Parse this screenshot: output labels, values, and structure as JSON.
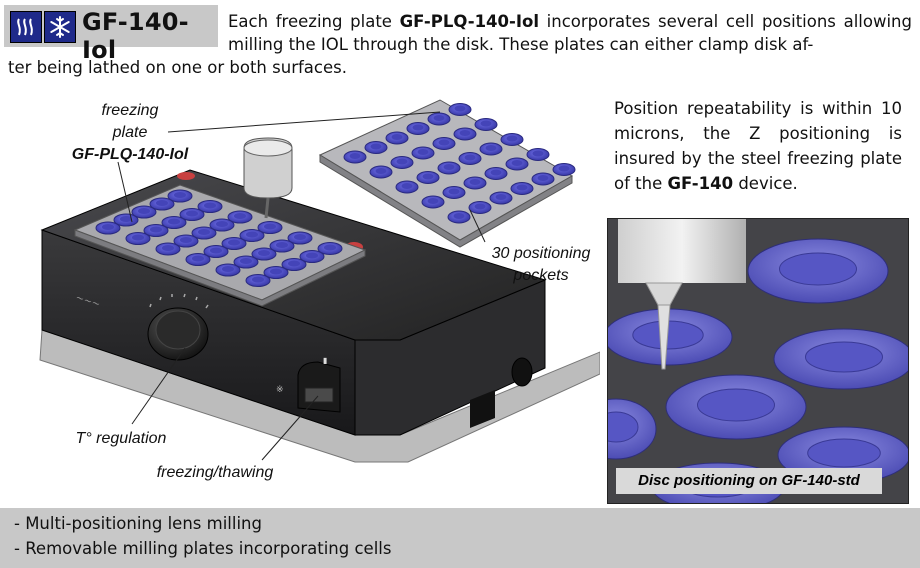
{
  "header": {
    "product_code": "GF-140-Iol",
    "icons": [
      "heat-waves-icon",
      "snowflake-icon"
    ],
    "badge_color": "#c8c8c8",
    "icon_bg_color": "#1f2a8a"
  },
  "intro": {
    "part1": "Each freezing plate ",
    "plate_model": "GF-PLQ-140-Iol",
    "part2": " incorporates several cell positions allowing milling the  IOL through the disk. These plates can either clamp disk af-",
    "line3": "ter being lathed on one or both surfaces."
  },
  "right_text": {
    "part1": "Position repeatability is within 10 microns, the Z positioning is insured by the steel freezing plate of the ",
    "device": "GF-140",
    "part2": " device."
  },
  "callouts": {
    "plate_line1": "freezing",
    "plate_line2": "plate",
    "plate_model": "GF-PLQ-140-Iol",
    "pockets_line1": "30 positioning",
    "pockets_line2": "pockets",
    "temperature": "T° regulation",
    "freezing": "freezing/thawing"
  },
  "inset": {
    "caption": "Disc positioning on GF-140-std"
  },
  "features": [
    "- Multi-positioning lens milling",
    "- Removable milling plates incorporating cells"
  ],
  "colors": {
    "pocket": "#5a5ad0",
    "device_body": "#2a2a2c",
    "plate": "#a9a9ad",
    "band": "#c8c8c8"
  }
}
